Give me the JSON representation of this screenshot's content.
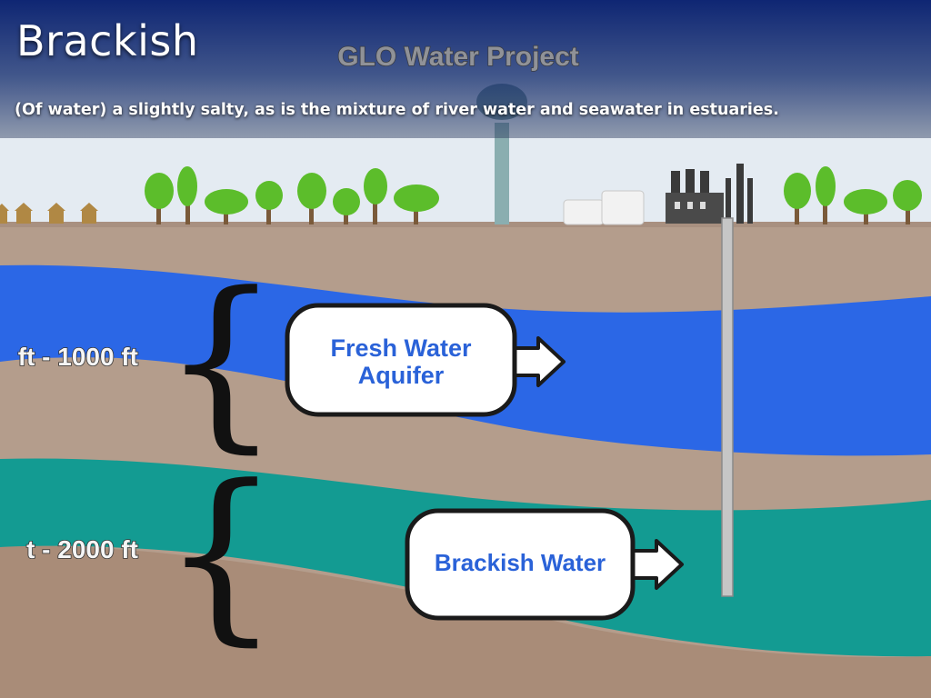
{
  "slide": {
    "title": "Brackish",
    "definition": "(Of water)  a slightly salty, as is the mixture of river water and seawater in estuaries."
  },
  "diagram": {
    "caption": "GLO Water Project",
    "fresh_depth_label": "ft - 1000 ft",
    "brackish_depth_label": "t - 2000 ft",
    "fresh_label_line1": "Fresh Water",
    "fresh_label_line2": "Aquifer",
    "brackish_label": "Brackish Water"
  },
  "colors": {
    "sky": "#e4ebf2",
    "soil": "#b49d8c",
    "fresh_water": "#2b67e6",
    "brackish_water": "#139b92",
    "label_text": "#2a62d8",
    "tree": "#5cbd2b"
  },
  "icons": [
    "house-icon",
    "tree-icon",
    "water-tower-icon",
    "storage-tank-icon",
    "factory-icon",
    "well-pipe-icon",
    "curly-brace-icon",
    "arrow-icon"
  ]
}
